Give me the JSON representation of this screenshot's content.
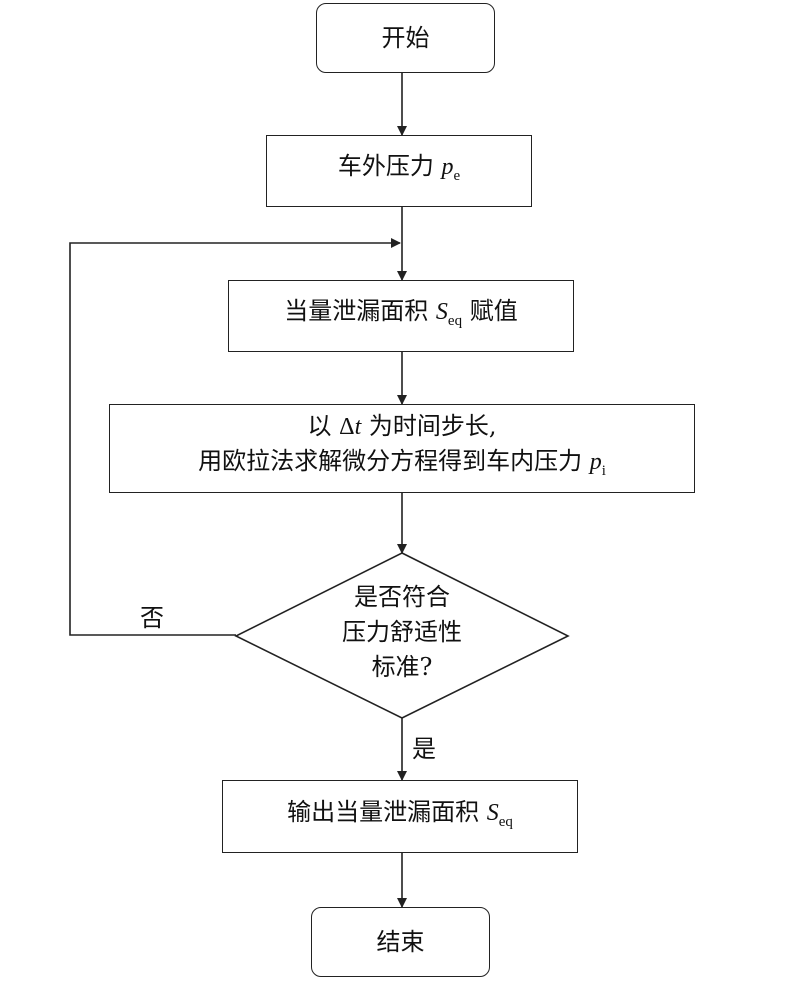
{
  "nodes": {
    "start": "开始",
    "external_pressure": {
      "text": "车外压力",
      "symbol": "p",
      "sub": "e"
    },
    "assign": {
      "text": "当量泄漏面积",
      "symbol": "S",
      "sub": "eq",
      "suffix": "赋值"
    },
    "solve": {
      "line1_pre": "以",
      "line1_delta": "Δ",
      "line1_sym": "t",
      "line1_post": "为时间步长,",
      "line2": "用欧拉法求解微分方程得到车内压力",
      "line2_sym": "p",
      "line2_sub": "i"
    },
    "decision": {
      "line1": "是否符合",
      "line2": "压力舒适性",
      "line3": "标准?"
    },
    "output": {
      "text": "输出当量泄漏面积",
      "symbol": "S",
      "sub": "eq"
    },
    "end": "结束"
  },
  "edges": {
    "no_label": "否",
    "yes_label": "是"
  }
}
